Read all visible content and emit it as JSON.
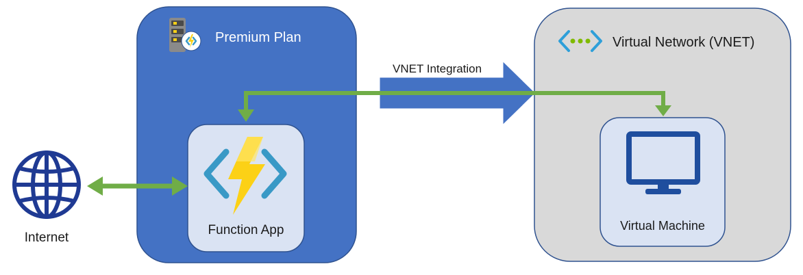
{
  "colors": {
    "premium_plan_fill": "#4472c4",
    "premium_plan_border": "#2f528f",
    "vnet_fill": "#d9d9d9",
    "vnet_border": "#2f528f",
    "inner_box_fill": "#dae3f3",
    "inner_box_border": "#2f528f",
    "vnet_integration_arrow": "#4472c4",
    "connector_green": "#70ad47",
    "globe_blue": "#1f3a93",
    "vm_monitor_blue": "#1f4e9e",
    "function_bolt_yellow": "#fcd116",
    "function_bracket_blue": "#3999c6",
    "vnet_icon_blue": "#2e9fd9",
    "vnet_icon_dots_green": "#7fba00"
  },
  "premium_plan": {
    "title": "Premium Plan",
    "icon": "app-service-plan-icon"
  },
  "function_app": {
    "label": "Function App",
    "icon": "azure-functions-icon"
  },
  "vnet": {
    "title": "Virtual Network (VNET)",
    "icon": "virtual-network-icon"
  },
  "virtual_machine": {
    "label": "Virtual Machine",
    "icon": "monitor-icon"
  },
  "internet": {
    "label": "Internet",
    "icon": "globe-icon"
  },
  "vnet_integration": {
    "label": "VNET Integration"
  }
}
